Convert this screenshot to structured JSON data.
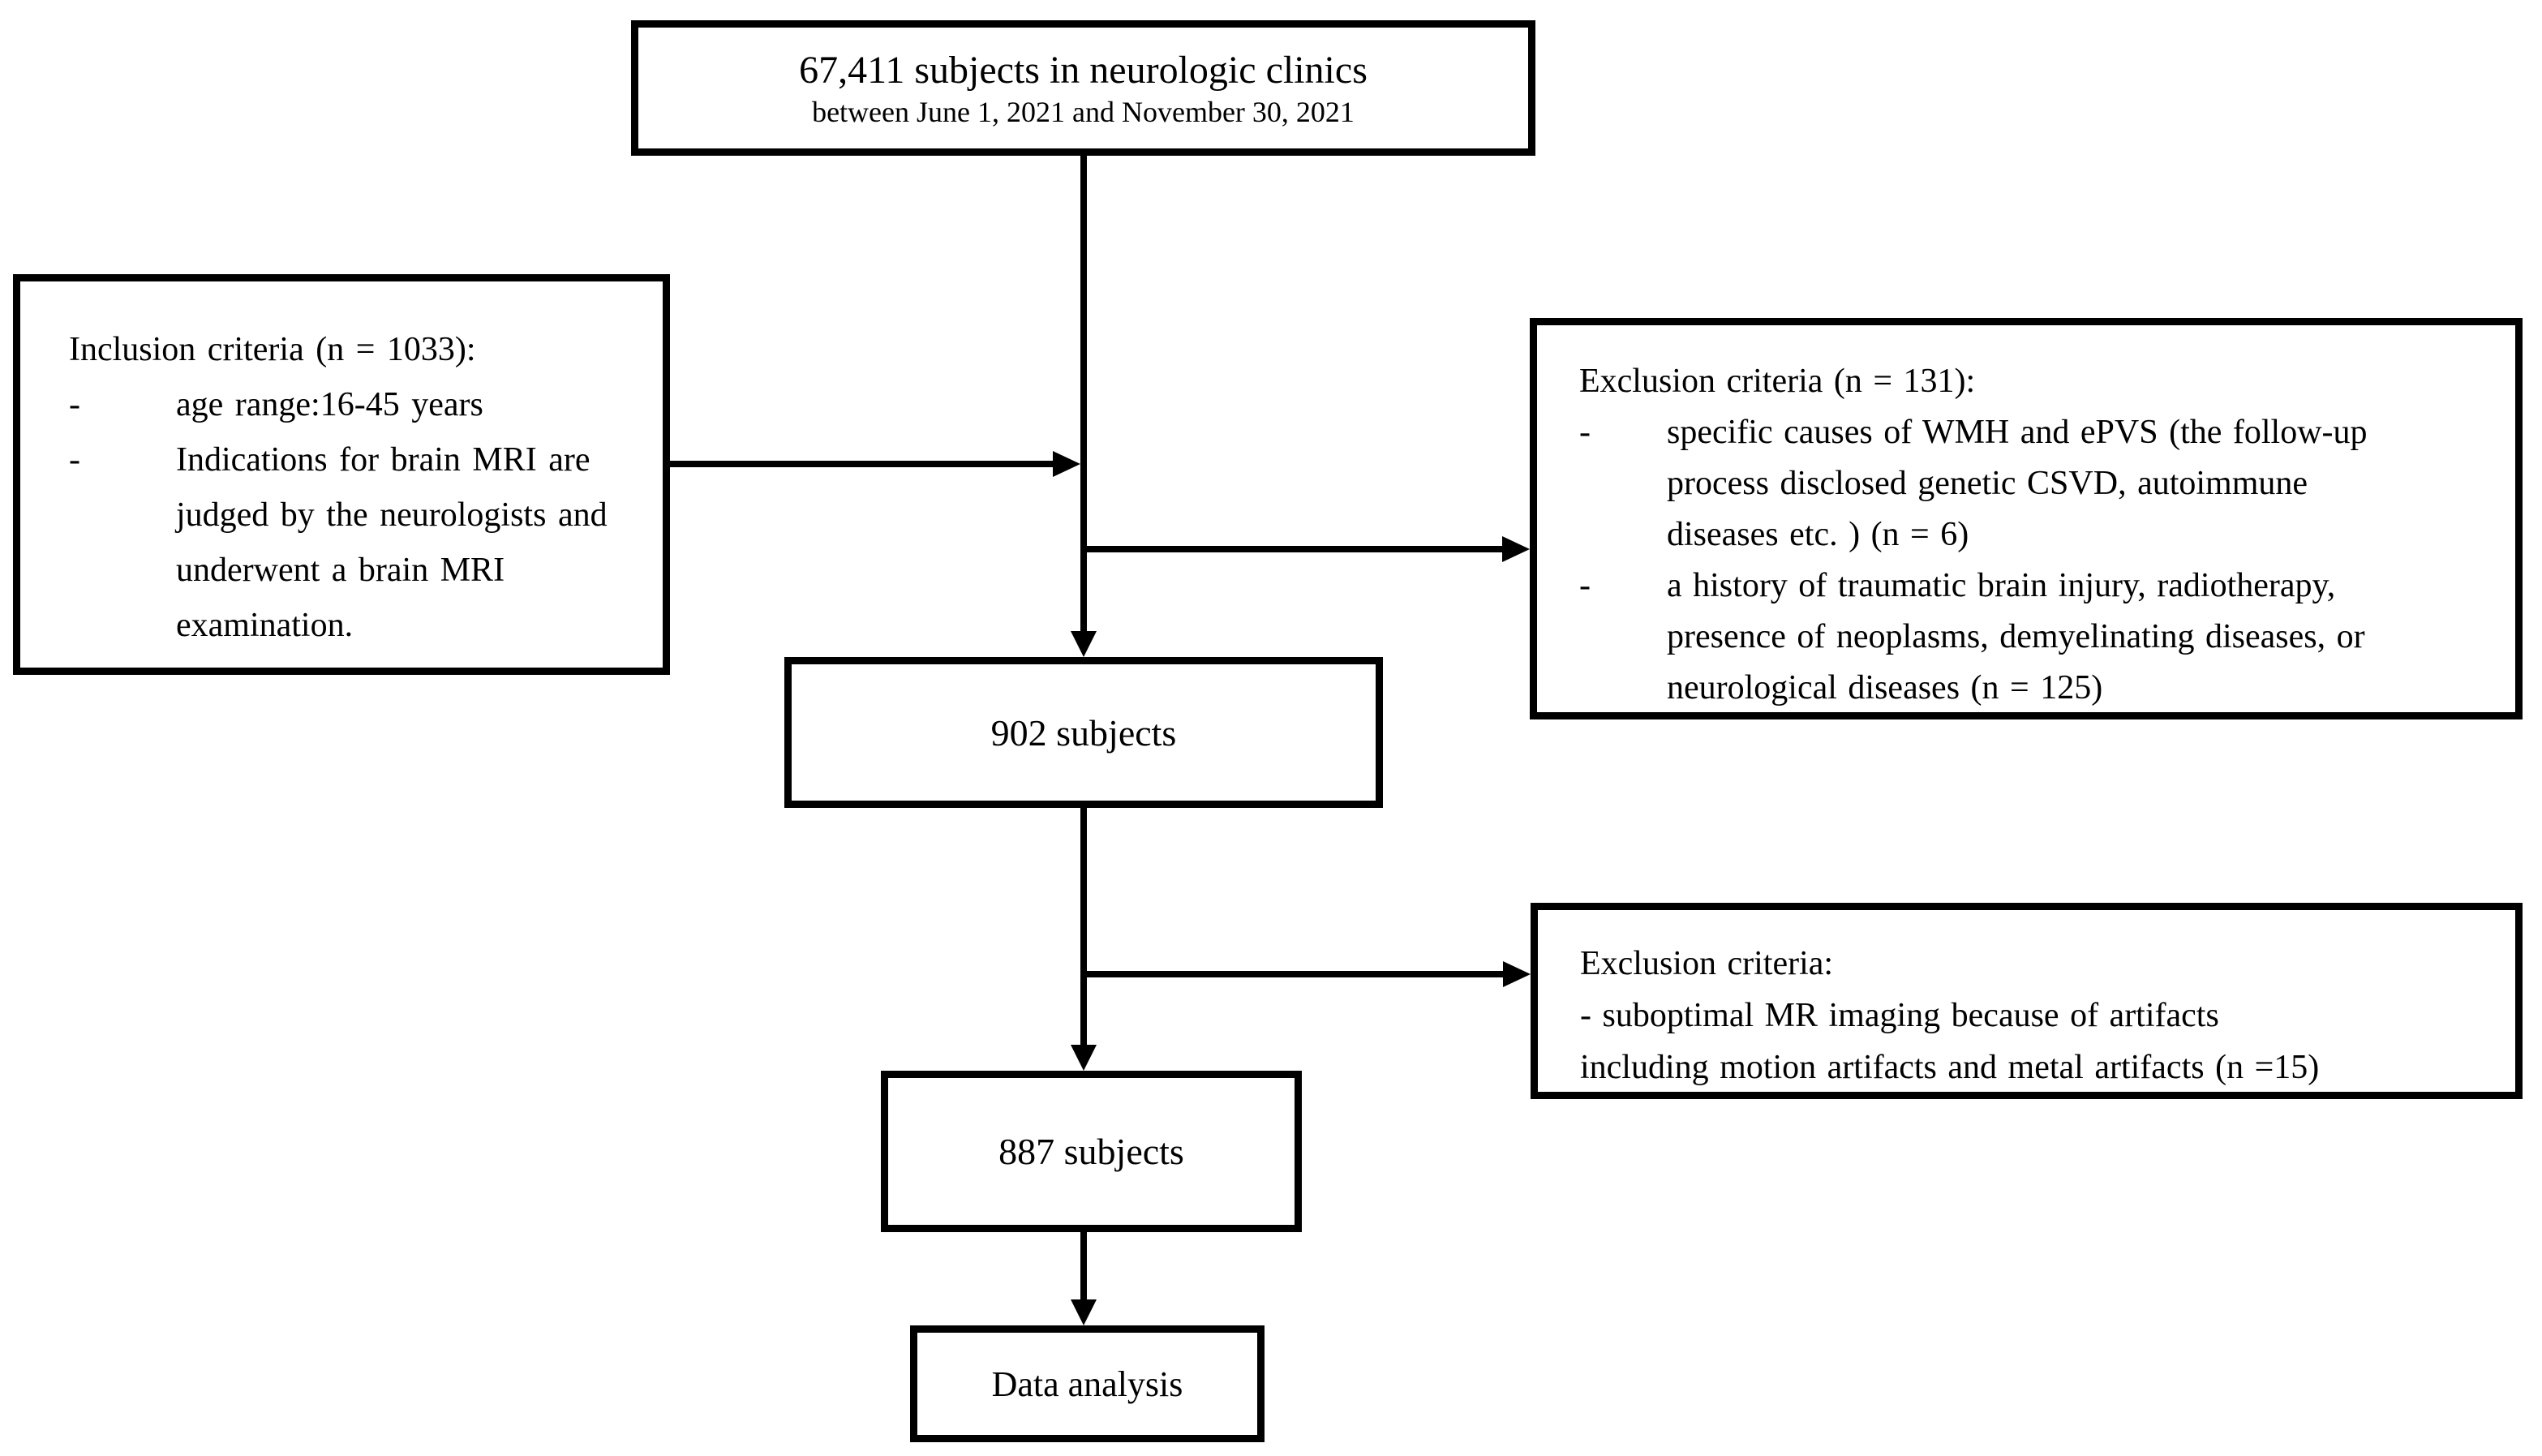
{
  "canvas": {
    "background": "#ffffff",
    "line_color": "#000000",
    "text_color": "#000000"
  },
  "flowchart": {
    "top_box": {
      "line1": "67,411 subjects in neurologic clinics",
      "line2": "between June 1, 2021 and November 30, 2021"
    },
    "inclusion_box": {
      "title": "Inclusion criteria (n = 1033):",
      "items": [
        {
          "marker": "-",
          "lines": [
            "age range:16-45 years"
          ]
        },
        {
          "marker": "-",
          "lines": [
            "Indications for brain MRI are",
            "judged by the neurologists and",
            "underwent a brain MRI",
            "examination."
          ]
        }
      ]
    },
    "exclusion_box_1": {
      "title": "Exclusion criteria (n = 131):",
      "items": [
        {
          "marker": "-",
          "lines": [
            "specific causes of WMH and ePVS (the follow-up",
            "process disclosed genetic CSVD, autoimmune",
            "diseases etc. ) (n = 6)"
          ]
        },
        {
          "marker": "-",
          "lines": [
            "a history of traumatic brain injury, radiotherapy,",
            "presence of neoplasms, demyelinating diseases, or",
            "neurological diseases (n = 125)"
          ]
        }
      ]
    },
    "box_902": {
      "label": "902 subjects"
    },
    "exclusion_box_2": {
      "title": "Exclusion criteria:",
      "lines": [
        "- suboptimal MR imaging because of artifacts",
        "including motion artifacts and metal artifacts (n =15)"
      ]
    },
    "box_887": {
      "label": "887 subjects"
    },
    "analysis_box": {
      "label": "Data analysis"
    }
  }
}
